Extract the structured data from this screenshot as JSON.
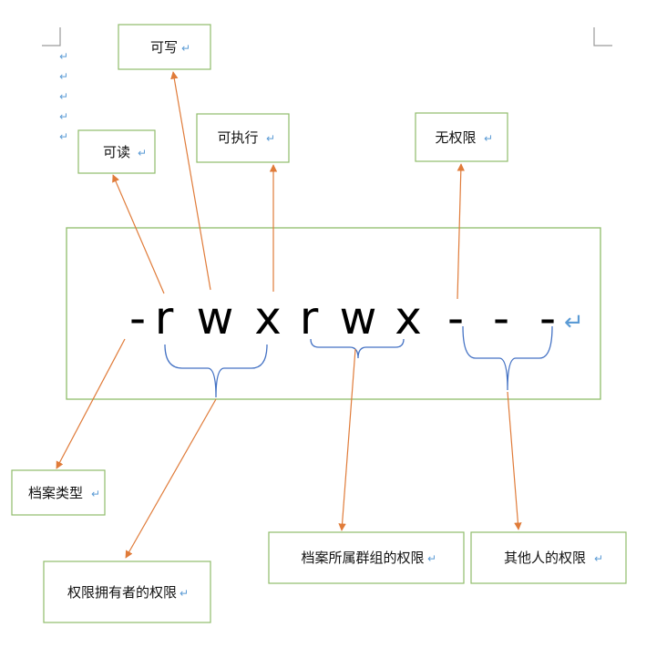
{
  "permission_string": [
    "-",
    "r",
    "w",
    "x",
    "r",
    "w",
    "x",
    "-",
    "-",
    "-"
  ],
  "labels": {
    "readable": "可读",
    "writable": "可写",
    "executable": "可执行",
    "no_permission": "无权限",
    "file_type": "档案类型",
    "owner_permission": "权限拥有者的权限",
    "group_permission": "档案所属群组的权限",
    "others_permission": "其他人的权限"
  },
  "paragraph_mark": "↵",
  "colors": {
    "box_border": "#8fbc6a",
    "arrow": "#e07b39",
    "brace": "#4472c4",
    "paragraph_mark": "#5b9bd5",
    "text": "#111111"
  }
}
